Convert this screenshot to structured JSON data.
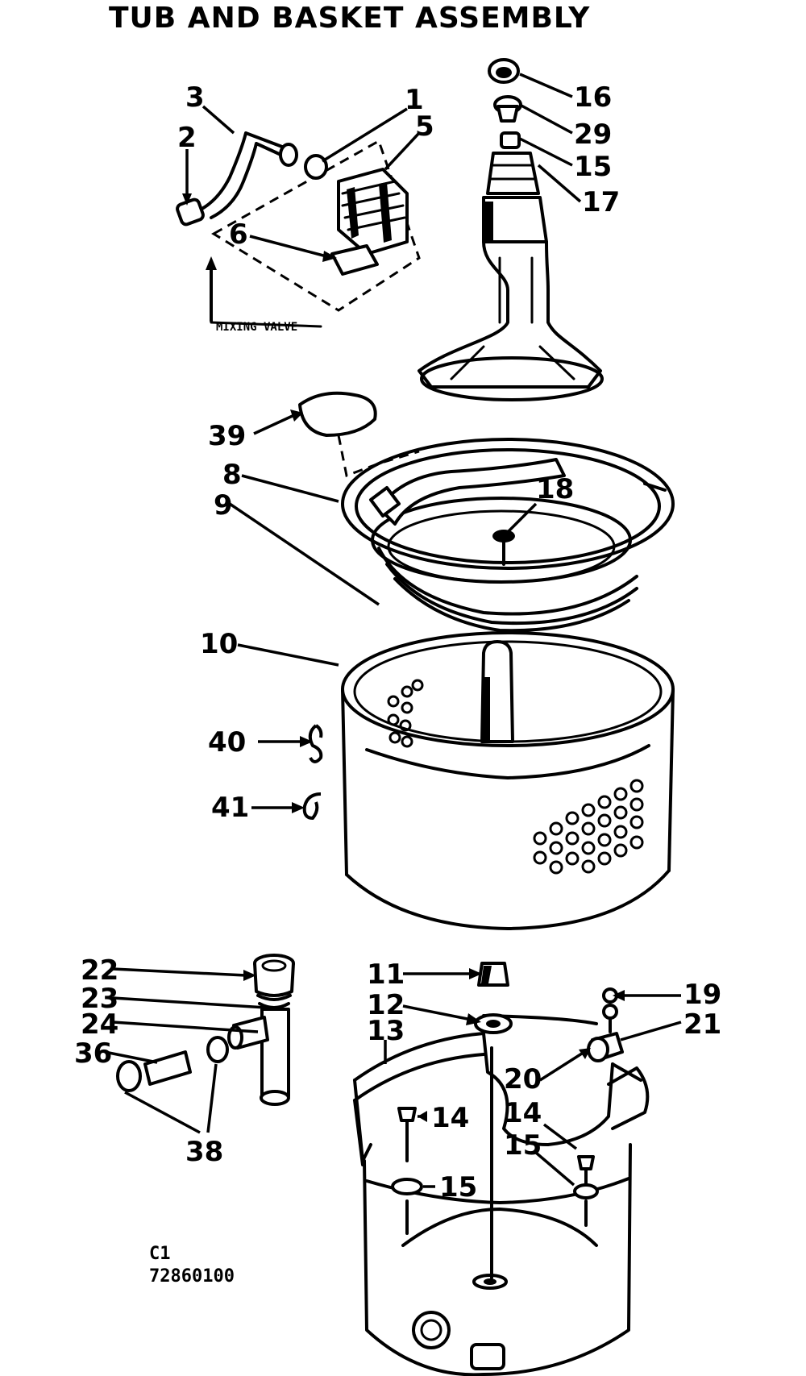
{
  "title": "TUB AND BASKET ASSEMBLY",
  "valve_label": "MIXING VALVE",
  "corner_code": "C1",
  "drawing_number": "72860100",
  "callouts": {
    "c1": "1",
    "c2": "2",
    "c3": "3",
    "c5": "5",
    "c6": "6",
    "c16": "16",
    "c29": "29",
    "c15a": "15",
    "c17": "17",
    "c39": "39",
    "c8": "8",
    "c9": "9",
    "c18": "18",
    "c10": "10",
    "c40": "40",
    "c41": "41",
    "c22": "22",
    "c23": "23",
    "c24": "24",
    "c36": "36",
    "c38": "38",
    "c11": "11",
    "c12": "12",
    "c13": "13",
    "c19": "19",
    "c21": "21",
    "c20": "20",
    "c14a": "14",
    "c14b": "14",
    "c15b": "15",
    "c15c": "15"
  }
}
